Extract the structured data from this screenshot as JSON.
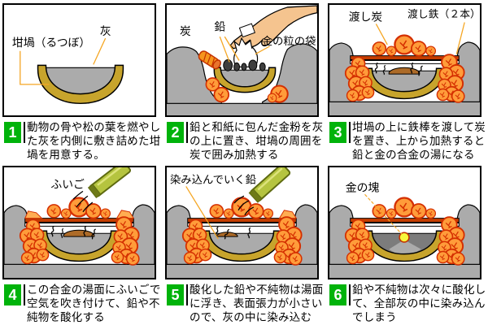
{
  "panels": [
    {
      "num": "1",
      "caption": "動物の骨や松の葉を燃やした灰を内側に敷き詰めた坩堝を用意する。",
      "labels": {
        "crucible": "坩堝（るつぼ）",
        "ash": "灰"
      }
    },
    {
      "num": "2",
      "caption": "鉛と和紙に包んだ金粉を灰の上に置き、坩堝の周囲を炭で囲み加熱する",
      "labels": {
        "charcoal": "炭",
        "lead": "鉛",
        "gold_bag": "金の粒の袋"
      }
    },
    {
      "num": "3",
      "caption": "坩堝の上に鉄棒を渡して炭を置き、上から加熱すると鉛と金の合金の湯になる",
      "labels": {
        "crossing_charcoal": "渡し炭",
        "crossing_iron": "渡し鉄（２本）"
      }
    },
    {
      "num": "4",
      "caption": "この合金の湯面にふいごで空気を吹き付けて、鉛や不純物を酸化する",
      "labels": {
        "bellows": "ふいご"
      }
    },
    {
      "num": "5",
      "caption": "酸化した鉛や不純物は湯面に浮き、表面張力が小さいので、灰の中に染み込む",
      "labels": {
        "soaking_lead": "染み込んでいく鉛"
      }
    },
    {
      "num": "6",
      "caption": "鉛や不純物は次々に酸化して、全部灰の中に染み込んでしまう",
      "labels": {
        "gold_nugget": "金の塊"
      }
    }
  ],
  "colors": {
    "badge_green": "#00B30B",
    "charcoal_orange": "#FF9C3A",
    "charcoal_red": "#D42F00",
    "crucible_olive": "#C7A42C",
    "ash_gray": "#ABABAB",
    "ground_gray": "#ABABAB",
    "iron_bar_red": "#C43D00",
    "leader_orange": "#F5A623",
    "bellows_green": "#B5C43F",
    "gold_yellow": "#F7F73B",
    "lead_dark": "#3E3E3E",
    "molten_brown": "#AD6B28",
    "hand_skin": "#F5C48F"
  }
}
